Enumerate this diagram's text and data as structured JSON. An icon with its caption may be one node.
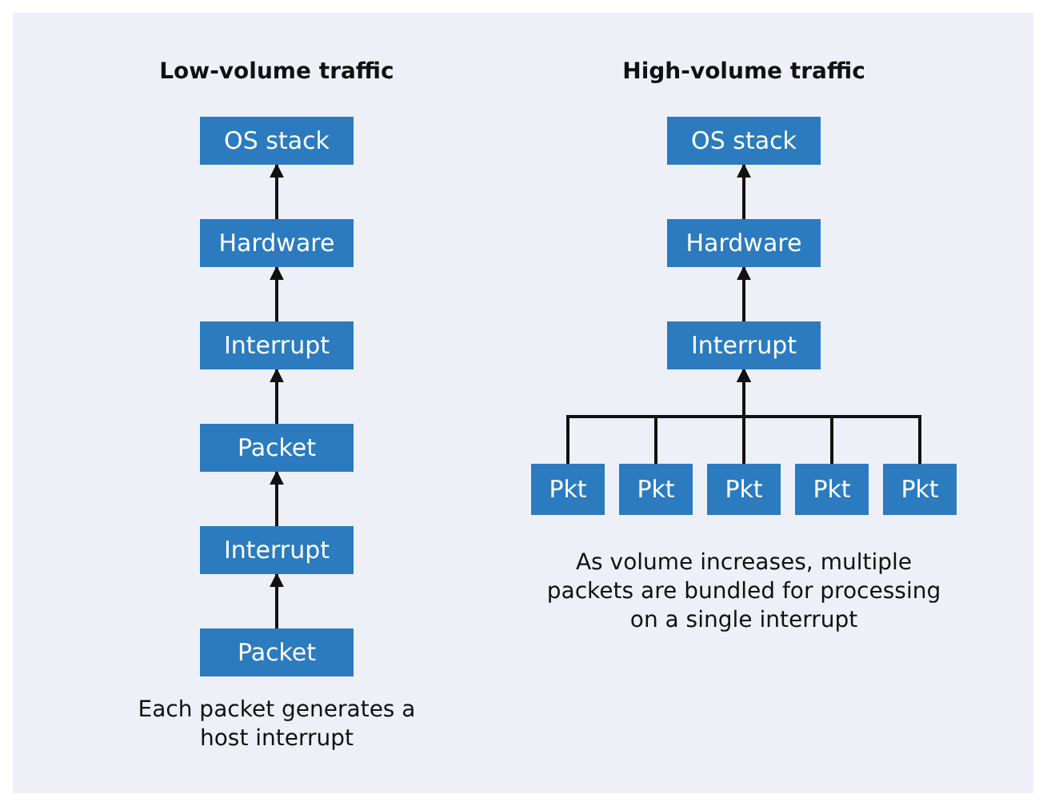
{
  "diagram": {
    "nodes": [
      {
        "text": [
          "OS stack"
        ]
      },
      {
        "text": [
          "Hardware"
        ]
      },
      {
        "text": [
          "Interrupt"
        ]
      },
      {
        "text": [
          "Packet"
        ]
      },
      {
        "text": [
          "Interrupt"
        ]
      },
      {
        "text": [
          "Packet"
        ]
      },
      {
        "text": [
          "OS stack"
        ]
      },
      {
        "text": [
          "Hardware"
        ]
      },
      {
        "text": [
          "Interrupt"
        ]
      },
      {
        "text": [
          "Pkt"
        ]
      },
      {
        "text": [
          "Pkt"
        ]
      },
      {
        "text": [
          "Pkt"
        ]
      },
      {
        "text": [
          "Pkt"
        ]
      },
      {
        "text": [
          "Pkt"
        ]
      }
    ],
    "edges": [
      {
        "from": 5,
        "to": 4,
        "arrow": "to"
      },
      {
        "from": 4,
        "to": 3,
        "arrow": "to"
      },
      {
        "from": 3,
        "to": 2,
        "arrow": "to"
      },
      {
        "from": 2,
        "to": 1,
        "arrow": "to"
      },
      {
        "from": 1,
        "to": 0,
        "arrow": "to"
      },
      {
        "from": 9,
        "to": 8,
        "arrow": "to"
      },
      {
        "from": 10,
        "to": 8,
        "arrow": "to"
      },
      {
        "from": 11,
        "to": 8,
        "arrow": "to"
      },
      {
        "from": 12,
        "to": 8,
        "arrow": "to"
      },
      {
        "from": 13,
        "to": 8,
        "arrow": "to"
      },
      {
        "from": 8,
        "to": 7,
        "arrow": "to"
      },
      {
        "from": 7,
        "to": 6,
        "arrow": "to"
      }
    ],
    "labels": [
      "Low-volume traffic",
      "High-volume traffic",
      "As volume increases, multiple packets are bundled for processing on a single interrupt",
      "Each packet generates a host interrupt"
    ]
  }
}
